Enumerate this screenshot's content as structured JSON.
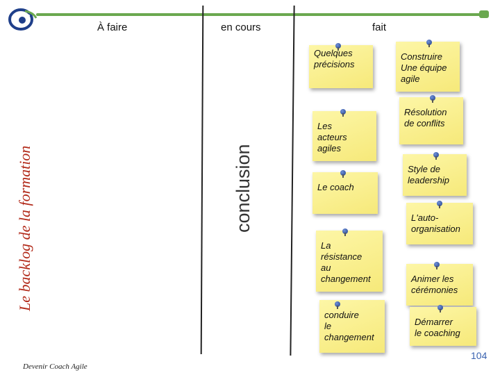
{
  "header": {
    "col_afaire": "À faire",
    "col_encours": "en cours",
    "col_fait": "fait"
  },
  "side_title": "Le backlog de la formation",
  "conclusion": "conclusion",
  "notes": {
    "precisions": "Quelques\nprécisions",
    "acteurs": "Les\nacteurs\nagiles",
    "coach": "Le coach",
    "resistance": "La\nrésistance\nau\nchangement",
    "conduire": "conduire\nle\nchangement",
    "equipe": "Construire\nUne équipe\nagile",
    "conflits": "Résolution\nde conflits",
    "leadership": "Style de\nleadership",
    "autoorg": "L'auto-\norganisation",
    "ceremonies": "Animer les\ncérémonies",
    "demarrer": "Démarrer\nle coaching"
  },
  "footer": "Devenir Coach Agile",
  "page_number": "104",
  "colors": {
    "accent_green": "#6aa84f",
    "title_red": "#b22a1a",
    "pin_blue": "#2a4fa0",
    "note_yellow": "#f9ef8f"
  }
}
